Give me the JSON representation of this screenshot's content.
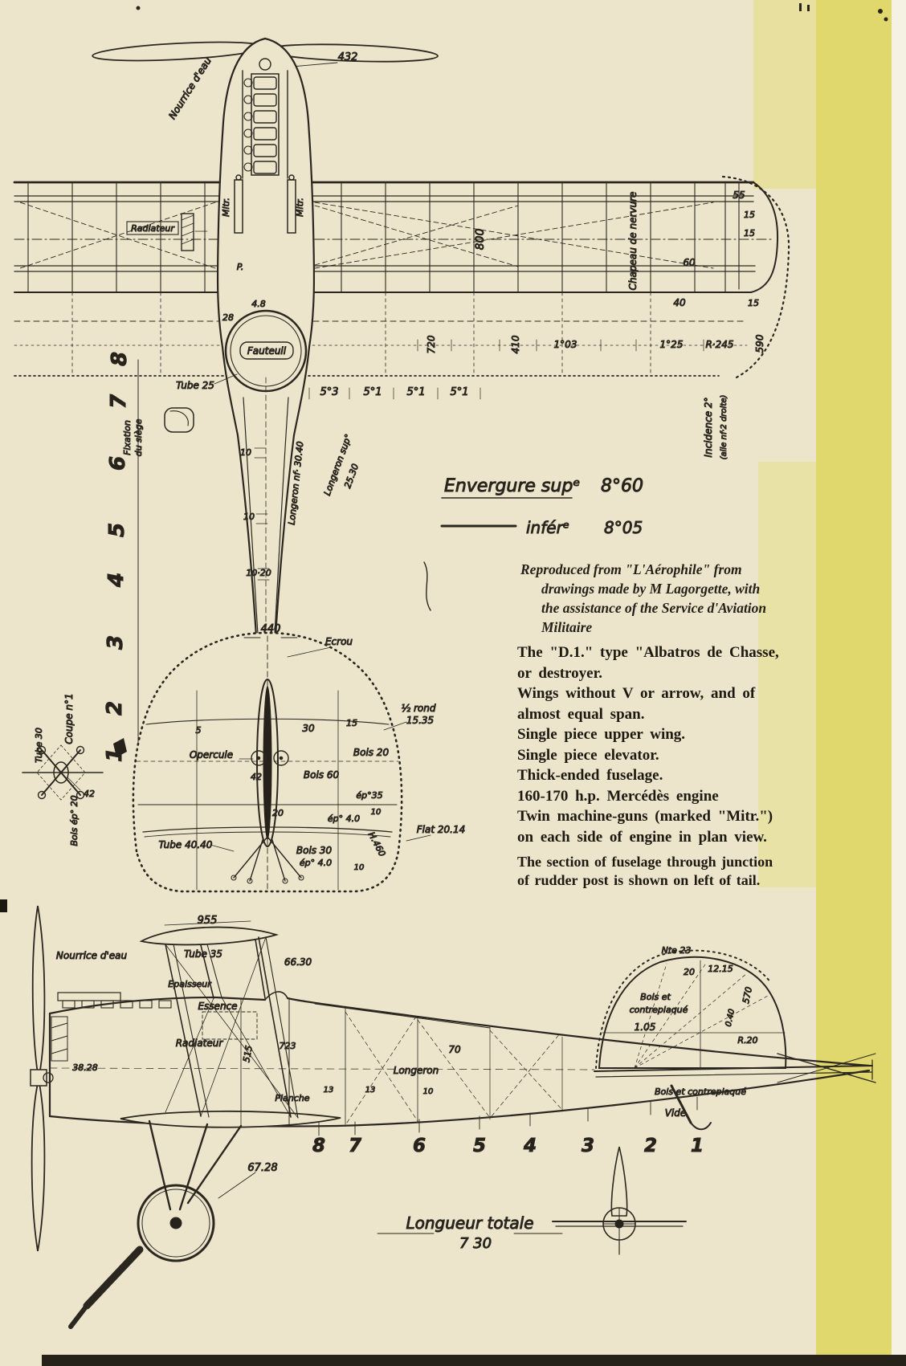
{
  "meta": {
    "title": "Albatros D.I — L'Aérophile technical drawing",
    "paper_color": "#ece5cb",
    "ink_color": "#27231c",
    "highlight_color": "#e0d76d"
  },
  "plan_view": {
    "prop_span": "432",
    "nourrice": "Nourrice d'eau",
    "mitr_left": "Mitr.",
    "mitr_right": "Mitr.",
    "radiateur": "Radiateur",
    "label_p": "P.",
    "chapeau_de_nervure": "Chapeau de nervure",
    "dim_800": "800",
    "dim_55": "55",
    "dim_15_a": "15",
    "dim_15_b": "15",
    "dim_15_c": "15",
    "dim_60": "60",
    "dim_40": "40",
    "dim_590": "590",
    "dim_720": "720",
    "dim_410": "410",
    "dim_1_03": "1°03",
    "dim_1_25": "1°25",
    "dim_r245": "R·245",
    "dim_28": "28",
    "dim_4_8": "4.8",
    "fauteuil": "Fauteuil",
    "tube_25": "Tube 25",
    "deg_5_3": "5°3",
    "deg_5_1_a": "5°1",
    "deg_5_1_b": "5°1",
    "deg_5_1_c": "5°1",
    "fixation_line1": "Fixation",
    "fixation_line2": "du siège",
    "incidence_line1": "Incidence 2°",
    "incidence_line2": "(aile nf·2 droite)",
    "rib_numbers": [
      "8",
      "7",
      "6",
      "5",
      "4",
      "3",
      "2",
      "1"
    ],
    "dim_10_a": "10",
    "dim_10_b": "10",
    "dim_10_20": "10·20",
    "longeron_nf": "Longeron nf· 30.40",
    "longeron_sup_1": "Longeron sup°",
    "longeron_sup_2": "25.30"
  },
  "elevator_view": {
    "dim_440": "440",
    "ecrou": "Ecrou",
    "demi_rond_1": "½ rond",
    "demi_rond_2": "15.35",
    "dim_30": "30",
    "dim_15": "15",
    "dim_5": "5",
    "bois_20": "Bois 20",
    "opercule": "Opercule",
    "bois_60": "Bois 60",
    "dim_42": "42",
    "ep_35": "ép°35",
    "dim_20": "20",
    "ep_40_a": "ép° 4.0",
    "dim_10_a": "10",
    "tube_40_40": "Tube 40.40",
    "bois_30": "Bois 30",
    "ep_40_b": "ép° 4.0",
    "dim_10_b": "10",
    "flat_20_14": "Flat 20.14",
    "h_460": "H.460"
  },
  "coupe": {
    "title": "Coupe n°1",
    "tube_30": "Tube 30",
    "dim_42": "42",
    "bois_ep_20": "Bois ép° 20"
  },
  "envergure": {
    "sup": "Envergure supᵉ",
    "sup_value": "8°60",
    "infer": "inférᵉ",
    "infer_value": "8°05"
  },
  "credit": {
    "lines": [
      "Reproduced from \"L'Aérophile\" from",
      "drawings made by M  Lagorgette, with",
      "the assistance of the Service d'Aviation",
      "Militaire"
    ]
  },
  "notes": {
    "lines": [
      "The \"D.1.\" type \"Albatros de Chasse,",
      "or destroyer.",
      "Wings without V or arrow, and of",
      "almost equal span.",
      "Single piece upper wing.",
      "Single piece elevator.",
      "Thick-ended fuselage.",
      "160-170 h.p. Mercédès engine",
      "Twin machine-guns (marked \"Mitr.\")",
      "on each side of engine in plan view."
    ],
    "footer_lines": [
      "The section of fuselage through junction",
      "of rudder post is shown on left of tail."
    ]
  },
  "side_view": {
    "dim_955": "955",
    "tube_35": "Tube 35",
    "dim_66_30": "66.30",
    "nourrice": "Nourrice d'eau",
    "epaisseur": "Epaisseur",
    "essence": "Essence",
    "radiateur": "Radiateur",
    "dim_515": "515",
    "dim_723": "723",
    "dim_38_28": "38.28",
    "dim_70": "70",
    "longeron": "Longeron",
    "dim_13_a": "13",
    "dim_13_b": "13",
    "dim_10": "10",
    "planche": "Planche",
    "nte_23": "Nte 23",
    "dim_20": "20",
    "dim_12_15": "12.15",
    "dim_570": "570",
    "bois_contre_1a": "Bois et",
    "bois_contre_1b": "contreplaqué",
    "dim_1_05": "1.05",
    "dim_0_40": "0.40",
    "r_20": "R.20",
    "bois_contre_2": "Bois et contreplaqué",
    "vide": "Vide",
    "station_numbers": [
      "8",
      "7",
      "6",
      "5",
      "4",
      "3",
      "2",
      "1"
    ],
    "dim_67_28": "67.28",
    "longueur_1": "Longueur totale",
    "longueur_2": "7 30"
  }
}
